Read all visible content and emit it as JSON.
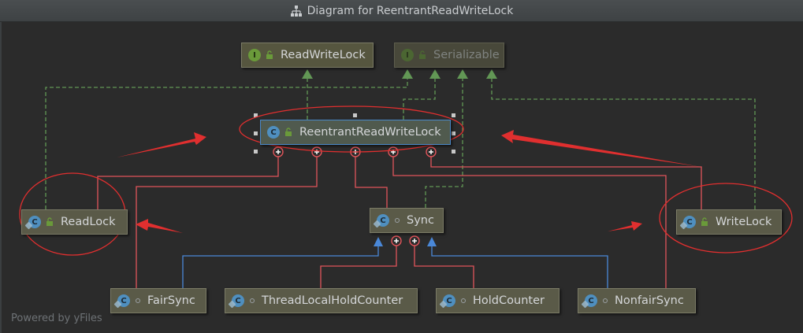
{
  "window": {
    "title": "Diagram for ReentrantReadWriteLock"
  },
  "footer": {
    "powered_by": "Powered by yFiles"
  },
  "nodes": {
    "readwritelock": {
      "label": "ReadWriteLock",
      "kind": "interface",
      "icon_letter": "I"
    },
    "serializable": {
      "label": "Serializable",
      "kind": "interface",
      "icon_letter": "I"
    },
    "reentrant": {
      "label": "ReentrantReadWriteLock",
      "kind": "class",
      "icon_letter": "C"
    },
    "readlock": {
      "label": "ReadLock",
      "kind": "inner-class",
      "icon_letter": "C"
    },
    "sync": {
      "label": "Sync",
      "kind": "inner-class",
      "icon_letter": "C"
    },
    "writelock": {
      "label": "WriteLock",
      "kind": "inner-class",
      "icon_letter": "C"
    },
    "fairsync": {
      "label": "FairSync",
      "kind": "inner-class",
      "icon_letter": "C"
    },
    "threadlocal": {
      "label": "ThreadLocalHoldCounter",
      "kind": "inner-class",
      "icon_letter": "C"
    },
    "holdcounter": {
      "label": "HoldCounter",
      "kind": "inner-class",
      "icon_letter": "C"
    },
    "nonfairsync": {
      "label": "NonfairSync",
      "kind": "inner-class",
      "icon_letter": "C"
    }
  },
  "colors": {
    "implements_edge": "#629755",
    "extends_edge": "#4a88d8",
    "inner_edge": "#e0545a",
    "annotation": "#e02f2f",
    "selection": "#4a88c7"
  }
}
